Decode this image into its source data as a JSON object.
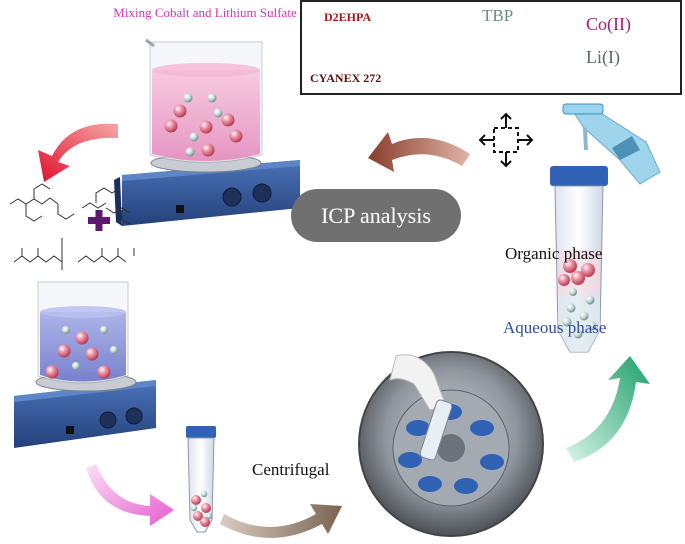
{
  "labels": {
    "mixing": "Mixing Cobalt and Lithium Sulfate",
    "icp": "ICP analysis",
    "organic_phase": "Organic phase",
    "aqueous_phase": "Aqueous phase",
    "centrifugal": "Centrifugal"
  },
  "legend": {
    "d2ehpa": "D2EHPA",
    "tbp": "TBP",
    "cyanex": "CYANEX 272",
    "cobalt": "Co(II)",
    "lithium": "Li(I)"
  },
  "colors": {
    "cobalt_sphere": "#e8798f",
    "lithium_sphere": "#b9d3cf",
    "arrow_red": "#e52a4a",
    "arrow_brown": "#9b5a4a",
    "arrow_pink": "#ea8fd8",
    "arrow_taupe": "#8e7663",
    "arrow_green": "#3fb88a",
    "stirrer_blue": "#2c4f8f"
  }
}
